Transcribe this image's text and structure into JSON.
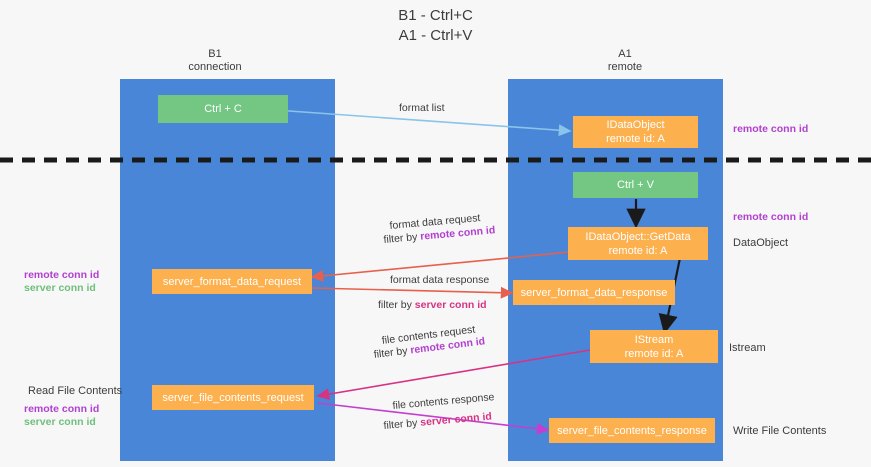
{
  "title": "B1 - Ctrl+C\nA1 - Ctrl+V",
  "columns": {
    "left": "B1\nconnection",
    "right": "A1\nremote"
  },
  "colors": {
    "lane": "#4a86d8",
    "green_box": "#73c783",
    "orange_box": "#fcb04e",
    "remote_conn_id": "#b23fd0",
    "server_conn_id": "#6fbf7e",
    "arrow_blue": "#8ac4ea",
    "arrow_red": "#e8604c",
    "arrow_pink": "#d63384",
    "arrow_magenta": "#c23fd0",
    "arrow_black": "#1a1a1a",
    "divider": "#1a1a1a"
  },
  "boxes": {
    "ctrl_c": "Ctrl + C",
    "ctrl_v": "Ctrl + V",
    "idataobject_top": "IDataObject\nremote id: A",
    "idataobject_getdata": "IDataObject::GetData\nremote id: A",
    "istream": "IStream\nremote id: A",
    "server_format_data_request": "server_format_data_request",
    "server_format_data_response": "server_format_data_response",
    "server_file_contents_request": "server_file_contents_request",
    "server_file_contents_response": "server_file_contents_response"
  },
  "edge_labels": {
    "format_list": "format list",
    "format_data_request": "format data request",
    "format_data_request_filter_prefix": "filter by ",
    "format_data_request_filter_value": "remote conn id",
    "format_data_response": "format data response",
    "format_data_response_filter_prefix": "filter by ",
    "format_data_response_filter_value": "server conn id",
    "file_contents_request": "file contents request",
    "file_contents_request_filter_prefix": "filter by ",
    "file_contents_request_filter_value": "remote conn id",
    "file_contents_response": "file contents response",
    "file_contents_response_filter_prefix": "filter by ",
    "file_contents_response_filter_value": "server conn id"
  },
  "side_labels": {
    "right_remote_conn_id_top": "remote conn id",
    "right_remote_conn_id_mid": "remote conn id",
    "right_dataobject": "DataObject",
    "right_istream": "Istream",
    "right_write_file_contents": "Write File Contents",
    "left_remote_conn_id_mid": "remote conn id",
    "left_server_conn_id_mid": "server conn id",
    "left_read_file_contents": "Read File Contents",
    "left_remote_conn_id_bottom": "remote conn id",
    "left_server_conn_id_bottom": "server conn id"
  }
}
